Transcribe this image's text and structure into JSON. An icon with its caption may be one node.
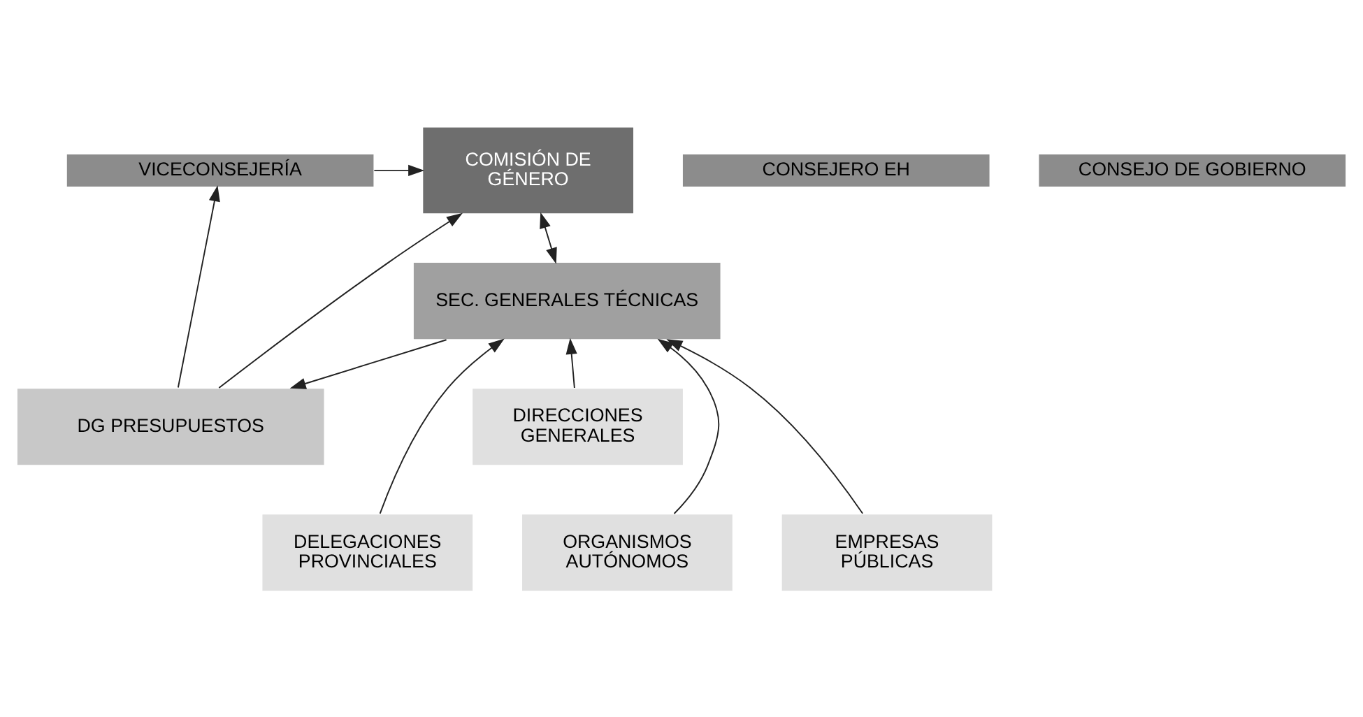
{
  "diagram": {
    "nodes": [
      {
        "text": [
          "CONSEJO DE GOBIERNO"
        ]
      },
      {
        "text": [
          "CONSEJERO EH"
        ]
      },
      {
        "text": [
          "VICECONSEJERÍA"
        ]
      },
      {
        "text": [
          "COMISIÓN DE GÉNERO"
        ]
      },
      {
        "text": [
          "DIRECCIONES GENERALES"
        ]
      },
      {
        "text": [
          "DG PRESUPUESTOS"
        ]
      },
      {
        "text": [
          "SEC. GENERALES TÉCNICAS"
        ]
      },
      {
        "text": [
          "DELEGACIONES PROVINCIALES"
        ]
      },
      {
        "text": [
          "ORGANISMOS AUTÓNOMOS"
        ]
      },
      {
        "text": [
          "EMPRESAS PÚBLICAS"
        ]
      }
    ],
    "edges": [
      {
        "from": 2,
        "to": 3,
        "arrow": "to"
      },
      {
        "from": 5,
        "to": 3,
        "arrow": "to"
      },
      {
        "from": 5,
        "to": 2,
        "arrow": "to"
      },
      {
        "from": 6,
        "to": 5,
        "arrow": "to"
      },
      {
        "from": 4,
        "to": 6,
        "arrow": "to"
      },
      {
        "from": 7,
        "to": 6,
        "arrow": "to"
      },
      {
        "from": 8,
        "to": 6,
        "arrow": "to"
      },
      {
        "from": 9,
        "to": 6,
        "arrow": "to"
      },
      {
        "from": 6,
        "to": 3,
        "arrow": "both"
      }
    ]
  }
}
